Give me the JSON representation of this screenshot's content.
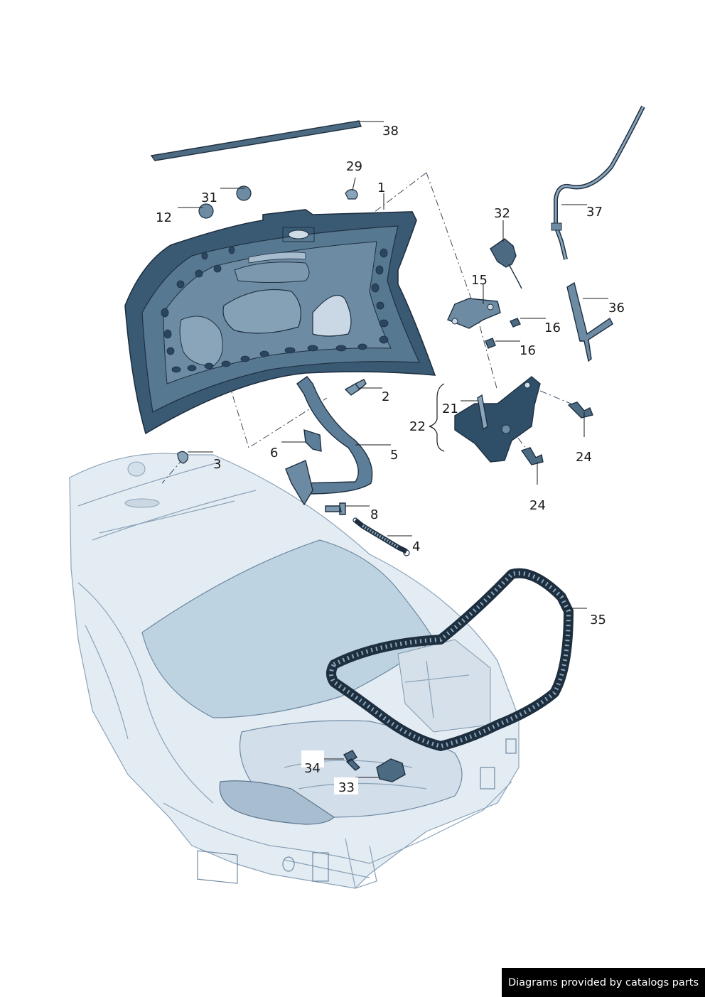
{
  "diagram": {
    "callouts": [
      {
        "id": "1",
        "text": "1"
      },
      {
        "id": "2",
        "text": "2"
      },
      {
        "id": "3",
        "text": "3"
      },
      {
        "id": "4",
        "text": "4"
      },
      {
        "id": "5",
        "text": "5"
      },
      {
        "id": "6",
        "text": "6"
      },
      {
        "id": "8",
        "text": "8"
      },
      {
        "id": "12",
        "text": "12"
      },
      {
        "id": "15",
        "text": "15"
      },
      {
        "id": "16a",
        "text": "16"
      },
      {
        "id": "16b",
        "text": "16"
      },
      {
        "id": "21",
        "text": "21"
      },
      {
        "id": "22",
        "text": "22"
      },
      {
        "id": "24a",
        "text": "24"
      },
      {
        "id": "24b",
        "text": "24"
      },
      {
        "id": "29",
        "text": "29"
      },
      {
        "id": "31",
        "text": "31"
      },
      {
        "id": "32",
        "text": "32"
      },
      {
        "id": "33",
        "text": "33"
      },
      {
        "id": "34",
        "text": "34"
      },
      {
        "id": "35",
        "text": "35"
      },
      {
        "id": "36",
        "text": "36"
      },
      {
        "id": "37",
        "text": "37"
      },
      {
        "id": "38",
        "text": "38"
      }
    ]
  },
  "credit": {
    "text": "Diagrams provided by catalogs parts"
  },
  "colors": {
    "panel": "#2f4f68",
    "body_fill": "#dfe8f0",
    "body_line": "#8aa2b8",
    "seal": "#2b3a48",
    "credit_bg": "#000000",
    "credit_text": "#ffffff"
  }
}
